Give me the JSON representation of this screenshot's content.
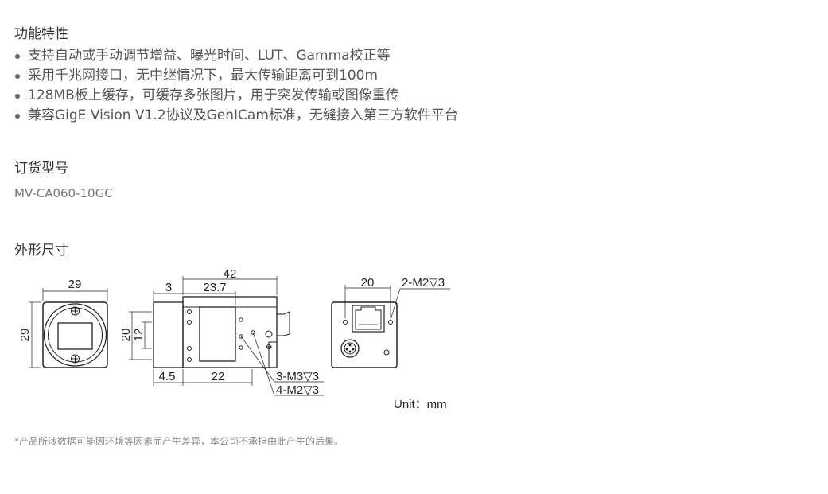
{
  "features": {
    "heading": "功能特性",
    "items": [
      "支持自动或手动调节增益、曝光时间、LUT、Gamma校正等",
      "采用千兆网接口，无中继情况下，最大传输距离可到100m",
      "128MB板上缓存，可缓存多张图片，用于突发传输或图像重传",
      "兼容GigE Vision V1.2协议及GenICam标准，无缝接入第三方软件平台"
    ]
  },
  "order": {
    "heading": "订货型号",
    "model": "MV-CA060-10GC"
  },
  "dimensions": {
    "heading": "外形尺寸",
    "front": {
      "width": "29",
      "height": "29"
    },
    "side": {
      "total": "42",
      "front_len": "3",
      "body_len": "23.7",
      "hole_v1": "20",
      "hole_v2": "12",
      "bottom_a": "4.5",
      "bottom_b": "22",
      "thread1": "3-M3▽3",
      "thread2": "4-M2▽3"
    },
    "back": {
      "width": "20",
      "thread": "2-M2▽3"
    },
    "unit": "Unit：mm"
  },
  "footnote": "*产品所涉数据可能因环境等因素而产生差异，本公司不承担由此产生的后果。"
}
